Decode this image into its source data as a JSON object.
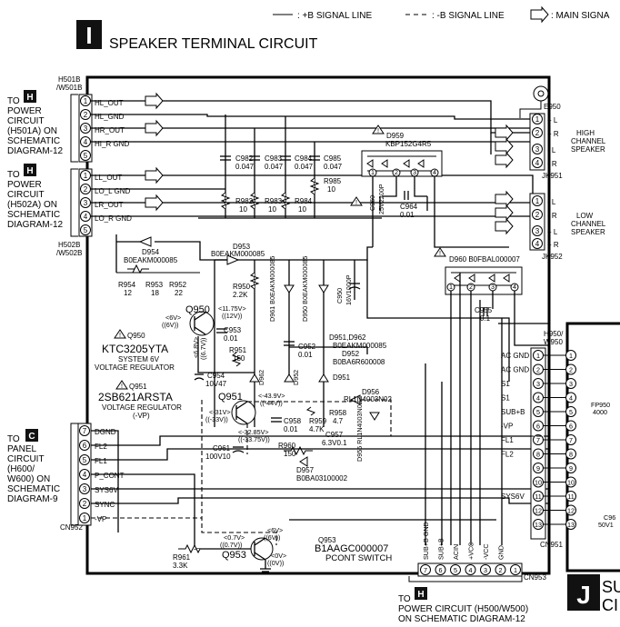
{
  "legend": {
    "plus_b": ": +B SIGNAL LINE",
    "minus_b": ": -B SIGNAL LINE",
    "main": ": MAIN SIGNA"
  },
  "section": {
    "letter": "I",
    "title": "SPEAKER TERMINAL CIRCUIT"
  },
  "left_refs": [
    {
      "connector": "H501B\n/W501B",
      "letter": "H",
      "text": [
        "TO",
        "POWER",
        "CIRCUIT",
        "(H501A) ON",
        "SCHEMATIC",
        "DIAGRAM-12"
      ]
    },
    {
      "connector": "H502B\n/W502B",
      "letter": "H",
      "text": [
        "TO",
        "POWER",
        "CIRCUIT",
        "(H502A) ON",
        "SCHEMATIC",
        "DIAGRAM-12"
      ]
    },
    {
      "connector": "CN952",
      "letter": "C",
      "text": [
        "TO",
        "PANEL",
        "CIRCUIT",
        "(H600/",
        "W600) ON",
        "SCHEMATIC",
        "DIAGRAM-9"
      ]
    }
  ],
  "h501_pins": [
    {
      "num": "1",
      "label": "HL_OUT"
    },
    {
      "num": "2",
      "label": "HL_GND"
    },
    {
      "num": "3",
      "label": "HR_OUT"
    },
    {
      "num": "4",
      "label": "HI_R GND"
    },
    {
      "num": "5",
      "label": ""
    }
  ],
  "h502_pins": [
    {
      "num": "1",
      "label": "LL_OUT"
    },
    {
      "num": "2",
      "label": "LO_L GND"
    },
    {
      "num": "3",
      "label": "LR_OUT"
    },
    {
      "num": "4",
      "label": "LO_R GND"
    },
    {
      "num": "5",
      "label": ""
    }
  ],
  "cn952_pins": [
    {
      "num": "7",
      "label": "DGND"
    },
    {
      "num": "6",
      "label": "FL2"
    },
    {
      "num": "5",
      "label": "FL1"
    },
    {
      "num": "4",
      "label": "P_CONT"
    },
    {
      "num": "3",
      "label": "SYS6V"
    },
    {
      "num": "2",
      "label": "SYNC"
    },
    {
      "num": "1",
      "label": "-VP"
    }
  ],
  "e950": {
    "label": "E950"
  },
  "jk951": {
    "label": "JK951",
    "pins": [
      {
        "num": "1",
        "label": "+ L"
      },
      {
        "num": "2",
        "label": "+ R"
      },
      {
        "num": "3",
        "label": "- L"
      },
      {
        "num": "4",
        "label": "- R"
      }
    ],
    "note": [
      "HIGH",
      "CHANNEL",
      "SPEAKER"
    ]
  },
  "jk952": {
    "label": "JK952",
    "pins": [
      {
        "num": "1",
        "label": "- L"
      },
      {
        "num": "2",
        "label": "- R"
      },
      {
        "num": "3",
        "label": "+ L"
      },
      {
        "num": "4",
        "label": "+ R"
      }
    ],
    "note": [
      "LOW",
      "CHANNEL",
      "SPEAKER"
    ]
  },
  "caps_top": [
    {
      "ref": "C982",
      "val": "0.047"
    },
    {
      "ref": "C983",
      "val": "0.047"
    },
    {
      "ref": "C984",
      "val": "0.047"
    },
    {
      "ref": "C985",
      "val": "0.047"
    }
  ],
  "res_top": [
    {
      "ref": "R982",
      "val": "10"
    },
    {
      "ref": "R983",
      "val": "10"
    },
    {
      "ref": "R984",
      "val": "10"
    },
    {
      "ref": "R985",
      "val": "10"
    }
  ],
  "d959": {
    "ref": "D959",
    "part": "KBP152G4R5"
  },
  "c960": {
    "ref": "C960",
    "val": "25V2200P"
  },
  "c964": {
    "ref": "C964",
    "val": "0.01"
  },
  "d960": {
    "text": "D960  B0FBAL000007"
  },
  "c955": {
    "ref": "C955",
    "val": "0.1"
  },
  "d954": {
    "ref": "D954",
    "part": "B0EAKM000085"
  },
  "d953": {
    "ref": "D953",
    "part": "B0EAKM000085"
  },
  "r954": {
    "ref": "R954",
    "val": "12"
  },
  "r953": {
    "ref": "R953",
    "val": "18"
  },
  "r952": {
    "ref": "R952",
    "val": "22"
  },
  "r950": {
    "ref": "R950",
    "val": "2.2K"
  },
  "d961": {
    "text": "D961  B0EAKM000085"
  },
  "d950": {
    "text": "D950  B0EAKM000085"
  },
  "c950": {
    "ref": "C950",
    "val": "16V1000P"
  },
  "q950": {
    "ref": "Q950",
    "v_base": "<6V>",
    "v_base2": "((6V))",
    "v_emit": "<6.8V>",
    "v_emit2": "((6.7V))",
    "v_coll": "<11.75V>",
    "v_coll2": "((12V))"
  },
  "c953": {
    "ref": "C953",
    "val": "0.01"
  },
  "r951": {
    "ref": "R951",
    "val": "150"
  },
  "c954": {
    "ref": "C954",
    "val": "10V47"
  },
  "d962": {
    "ref": "D962"
  },
  "c952": {
    "ref": "C952",
    "val": "0.01"
  },
  "d951_962": {
    "line1": "D951,D962",
    "line2": "B0EAKM000085",
    "line3": "D952",
    "line4": "B0BA6R600008"
  },
  "d951": {
    "ref": "D951"
  },
  "d952": {
    "ref": "D952"
  },
  "warn1": {
    "ref": "Q950",
    "part": "KTC3205YTA",
    "desc1": "SYSTEM 6V",
    "desc2": "VOLTAGE REGULATOR"
  },
  "warn2": {
    "ref": "Q951",
    "part": "2SB621ARSTA",
    "desc1": "VOLTAGE REGULATOR",
    "desc2": "(-VP)"
  },
  "q951": {
    "ref": "Q951",
    "v_coll": "<-43.9V>",
    "v_coll2": "((-44V))",
    "v_base": "<-31V>",
    "v_base2": "((-33V))",
    "v_emit": "<-32.85V>",
    "v_emit2": "((-33.75V))"
  },
  "d956": {
    "ref": "D956",
    "part": "RL1N4003N02"
  },
  "r958": {
    "ref": "R958",
    "val": "4.7"
  },
  "r959": {
    "ref": "R959",
    "val": "4.7K"
  },
  "c958": {
    "ref": "C958",
    "val": "0.01"
  },
  "c957": {
    "ref": "C957",
    "val": "6.3V0.1"
  },
  "d955": {
    "text": "D955  RL1N4003N02"
  },
  "c961": {
    "ref": "C961",
    "val": "100V10"
  },
  "r960": {
    "ref": "R960",
    "val": "150"
  },
  "d957": {
    "ref": "D957",
    "part": "B0BA03100002"
  },
  "q953": {
    "ref": "Q953",
    "part": "B1AAGC000007",
    "desc": "PCONT SWITCH",
    "v1": "<6V>",
    "v1b": "((6V))",
    "v2": "<0.7V>",
    "v2b": "((0.7V))",
    "v3": "<0V>",
    "v3b": "((0V))"
  },
  "r961": {
    "ref": "R961",
    "val": "3.3K"
  },
  "cn951": {
    "label": "CN951",
    "ref_top": "H950/",
    "ref_top2": "W950",
    "pins": [
      {
        "num": "1",
        "label": "AC GND"
      },
      {
        "num": "2",
        "label": "AC GND"
      },
      {
        "num": "3",
        "label": "S1"
      },
      {
        "num": "4",
        "label": "S1"
      },
      {
        "num": "5",
        "label": "SUB+B"
      },
      {
        "num": "6",
        "label": "-VP"
      },
      {
        "num": "7",
        "label": "FL1"
      },
      {
        "num": "8",
        "label": "FL2"
      },
      {
        "num": "9",
        "label": ""
      },
      {
        "num": "10",
        "label": ""
      },
      {
        "num": "11",
        "label": "SYS6V"
      },
      {
        "num": "12",
        "label": ""
      },
      {
        "num": "13",
        "label": ""
      }
    ]
  },
  "cn953": {
    "label": "CN953",
    "pins": [
      {
        "num": "7",
        "label": "SUB+B GND"
      },
      {
        "num": "6",
        "label": "SUB+B"
      },
      {
        "num": "5",
        "label": "ACIN"
      },
      {
        "num": "4",
        "label": "+VCC"
      },
      {
        "num": "3",
        "label": "-VCC"
      },
      {
        "num": "2",
        "label": "GND"
      },
      {
        "num": "1",
        "label": ""
      }
    ]
  },
  "bottom_ref": {
    "letter": "H",
    "to": "TO",
    "line1": "POWER CIRCUIT (H500/W500)",
    "line2": "ON SCHEMATIC DIAGRAM-12"
  },
  "right_edge": {
    "j_letter": "J",
    "sub1": "SU",
    "sub2": "CI",
    "fp": "FP950",
    "fp2": "4000",
    "c96": "C96",
    "c96v": "50V1"
  }
}
